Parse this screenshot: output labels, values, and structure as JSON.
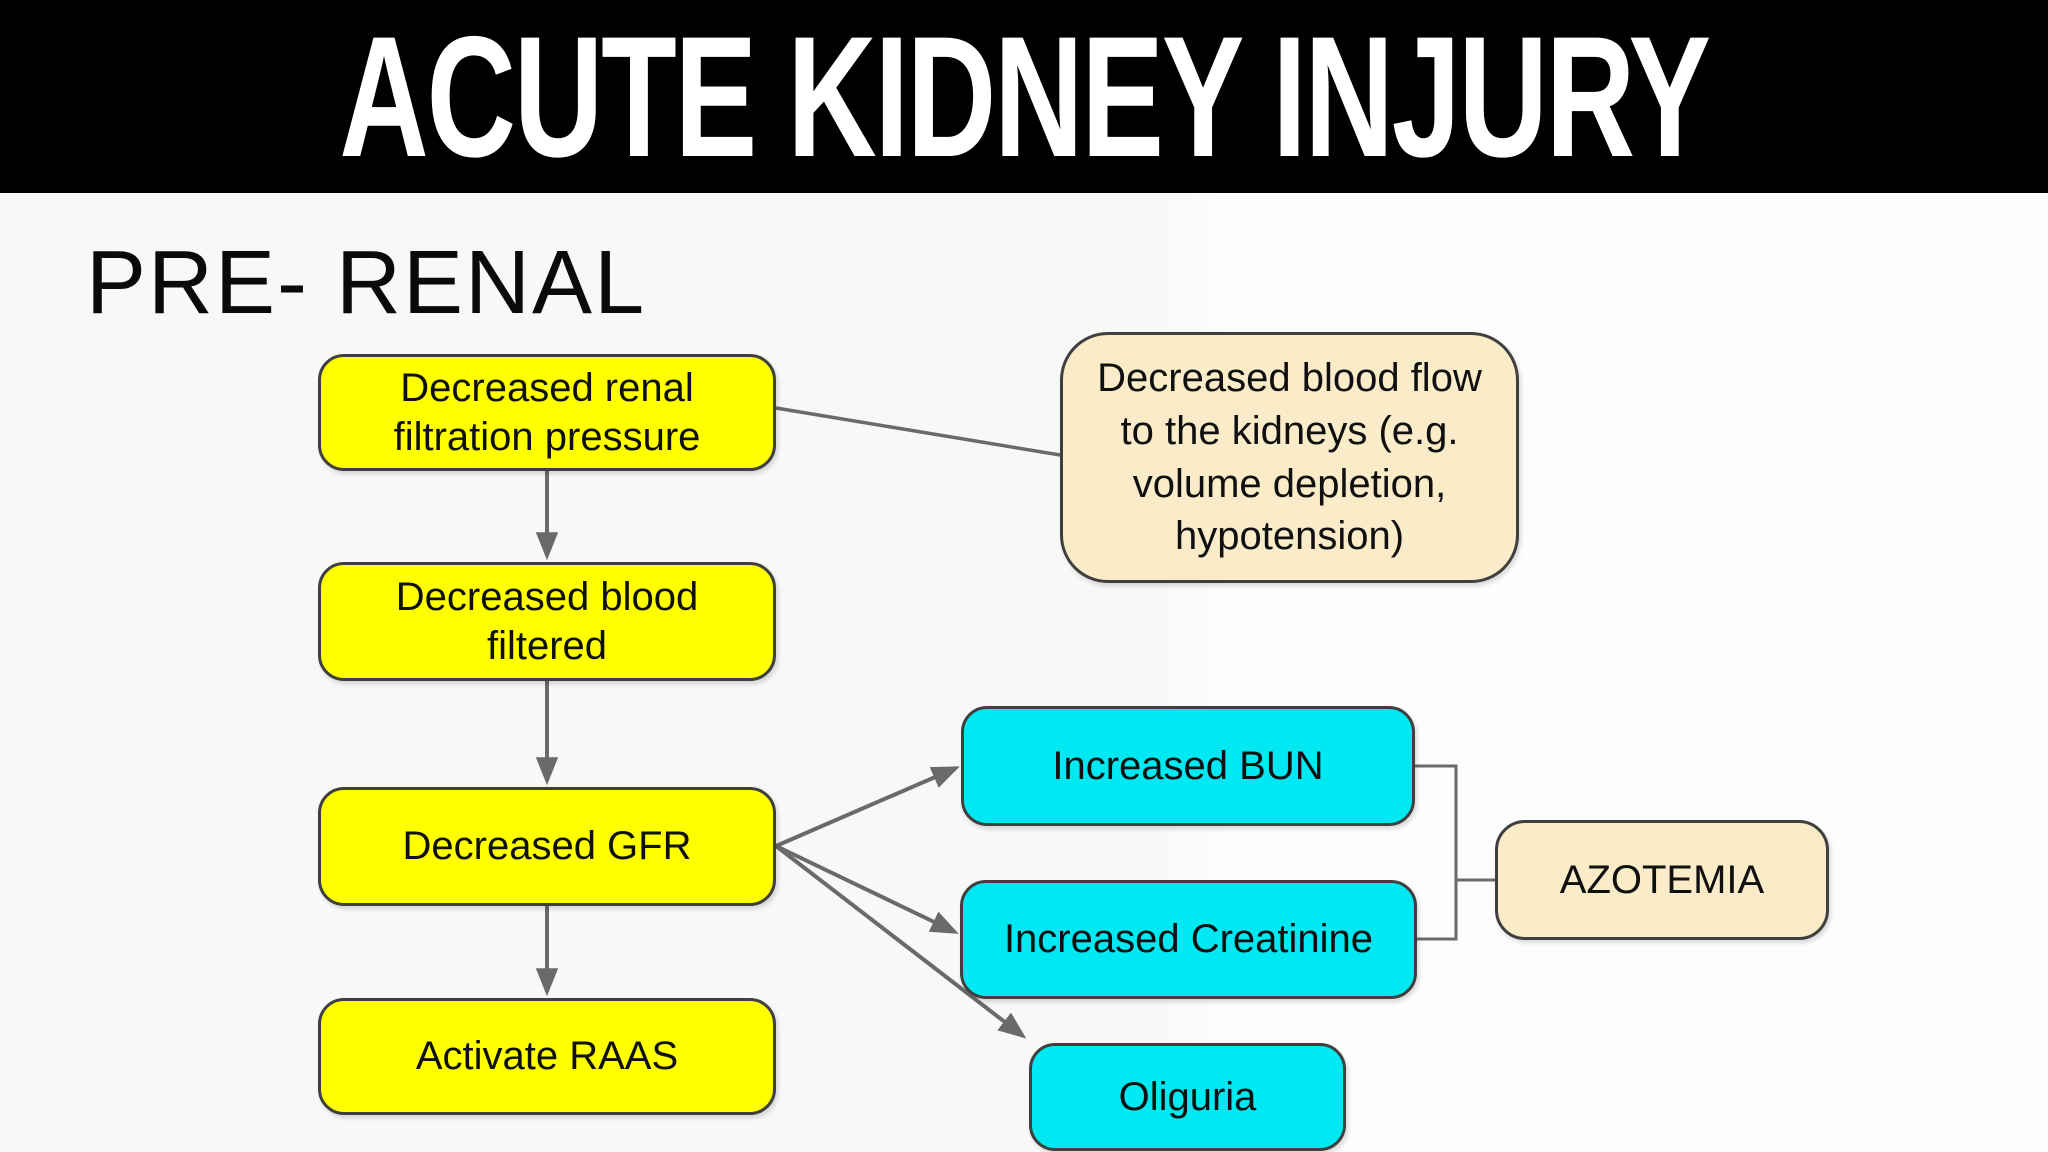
{
  "title": "ACUTE KIDNEY INJURY",
  "section": "PRE- RENAL",
  "colors": {
    "header_bg": "#000000",
    "title_text": "#ffffff",
    "process_fill": "#ffff00",
    "finding_fill": "#00e9f2",
    "note_fill": "#faebc9",
    "node_border": "#3f3f3f",
    "connector": "#6a6a6a",
    "canvas_left": "#f8f8f7",
    "canvas_right": "#fdfdfd"
  },
  "nodes": [
    {
      "id": "filtration-pressure",
      "type": "process",
      "label": "Decreased renal filtration pressure"
    },
    {
      "id": "blood-filtered",
      "type": "process",
      "label": "Decreased blood filtered"
    },
    {
      "id": "gfr",
      "type": "process",
      "label": "Decreased GFR"
    },
    {
      "id": "raas",
      "type": "process",
      "label": "Activate RAAS"
    },
    {
      "id": "cause",
      "type": "note",
      "label": "Decreased blood flow to the kidneys (e.g. volume depletion, hypotension)"
    },
    {
      "id": "bun",
      "type": "finding",
      "label": "Increased BUN"
    },
    {
      "id": "creatinine",
      "type": "finding",
      "label": "Increased Creatinine"
    },
    {
      "id": "oliguria",
      "type": "finding",
      "label": "Oliguria"
    },
    {
      "id": "azotemia",
      "type": "note",
      "label": "AZOTEMIA"
    }
  ],
  "edges": [
    {
      "from": "filtration-pressure",
      "to": "blood-filtered",
      "arrow": true
    },
    {
      "from": "blood-filtered",
      "to": "gfr",
      "arrow": true
    },
    {
      "from": "gfr",
      "to": "raas",
      "arrow": true
    },
    {
      "from": "filtration-pressure",
      "to": "cause",
      "arrow": false
    },
    {
      "from": "gfr",
      "to": "bun",
      "arrow": true
    },
    {
      "from": "gfr",
      "to": "creatinine",
      "arrow": true
    },
    {
      "from": "gfr",
      "to": "oliguria",
      "arrow": true
    },
    {
      "from": "bun",
      "to": "azotemia",
      "arrow": false
    },
    {
      "from": "creatinine",
      "to": "azotemia",
      "arrow": false
    }
  ]
}
